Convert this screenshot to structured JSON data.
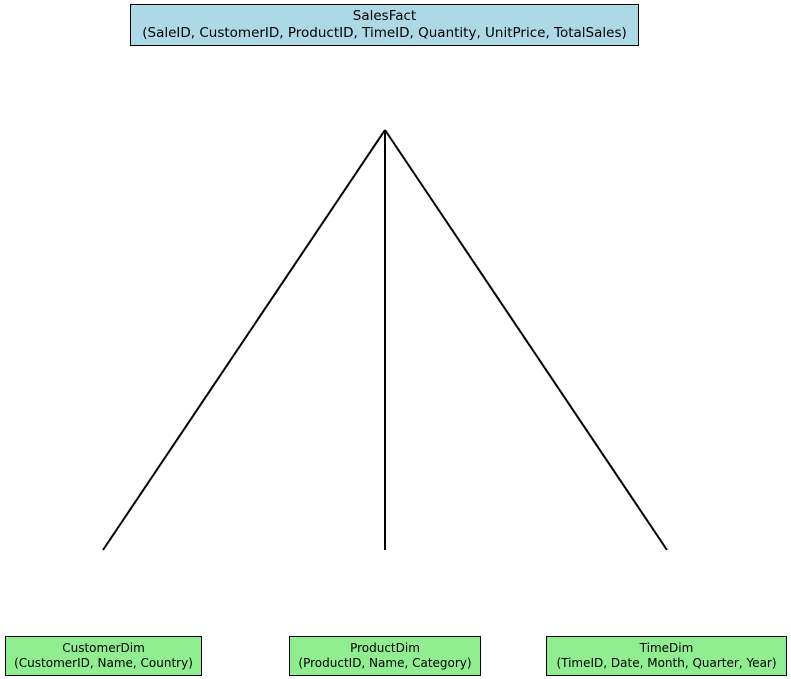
{
  "colors": {
    "fact_fill": "#add8e6",
    "dimension_fill": "#90ee90",
    "border": "#000000",
    "connector": "#000000"
  },
  "fact_table": {
    "name": "SalesFact",
    "fields": "(SaleID, CustomerID, ProductID, TimeID, Quantity, UnitPrice, TotalSales)"
  },
  "dimension_tables": [
    {
      "name": "CustomerDim",
      "fields": "(CustomerID, Name, Country)"
    },
    {
      "name": "ProductDim",
      "fields": "(ProductID, Name, Category)"
    },
    {
      "name": "TimeDim",
      "fields": "(TimeID, Date, Month, Quarter, Year)"
    }
  ],
  "connections": [
    {
      "from": "SalesFact",
      "to": "CustomerDim"
    },
    {
      "from": "SalesFact",
      "to": "ProductDim"
    },
    {
      "from": "SalesFact",
      "to": "TimeDim"
    }
  ]
}
